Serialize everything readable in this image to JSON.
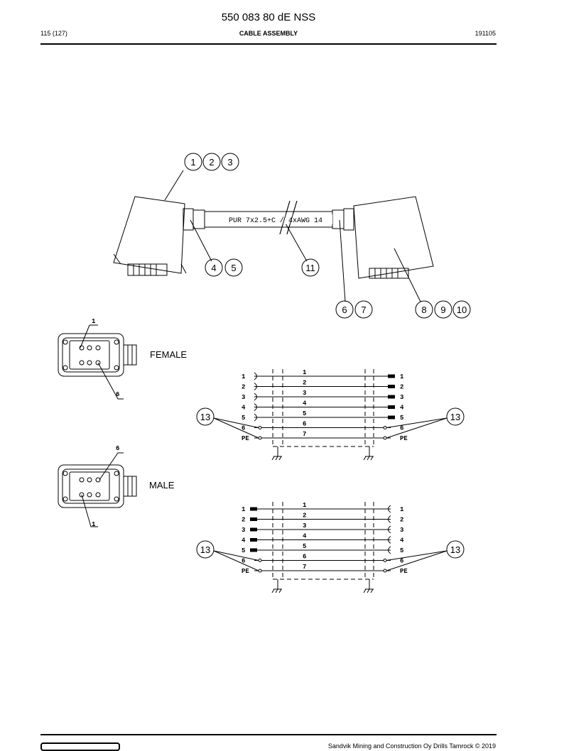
{
  "header": {
    "title": "550 083 80 dE NSS",
    "page": "115 (127)",
    "section": "CABLE ASSEMBLY",
    "code": "191105"
  },
  "footer": {
    "copyright": "Sandvik Mining and Construction Oy Drills Tamrock © 2019"
  },
  "drawing": {
    "cable_label": "PUR 7x2.5+C / 4xAWG 14",
    "balloons": {
      "b1": "1",
      "b2": "2",
      "b3": "3",
      "b4": "4",
      "b5": "5",
      "b6": "6",
      "b7": "7",
      "b8": "8",
      "b9": "9",
      "b10": "10",
      "b11": "11",
      "b13": "13"
    },
    "female": {
      "label": "FEMALE",
      "pin_a": "1",
      "pin_b": "6"
    },
    "male": {
      "label": "MALE",
      "pin_a": "6",
      "pin_b": "1"
    },
    "pins": [
      "1",
      "2",
      "3",
      "4",
      "5",
      "6",
      "PE"
    ],
    "wires": [
      "1",
      "2",
      "3",
      "4",
      "5",
      "6",
      "7"
    ]
  }
}
